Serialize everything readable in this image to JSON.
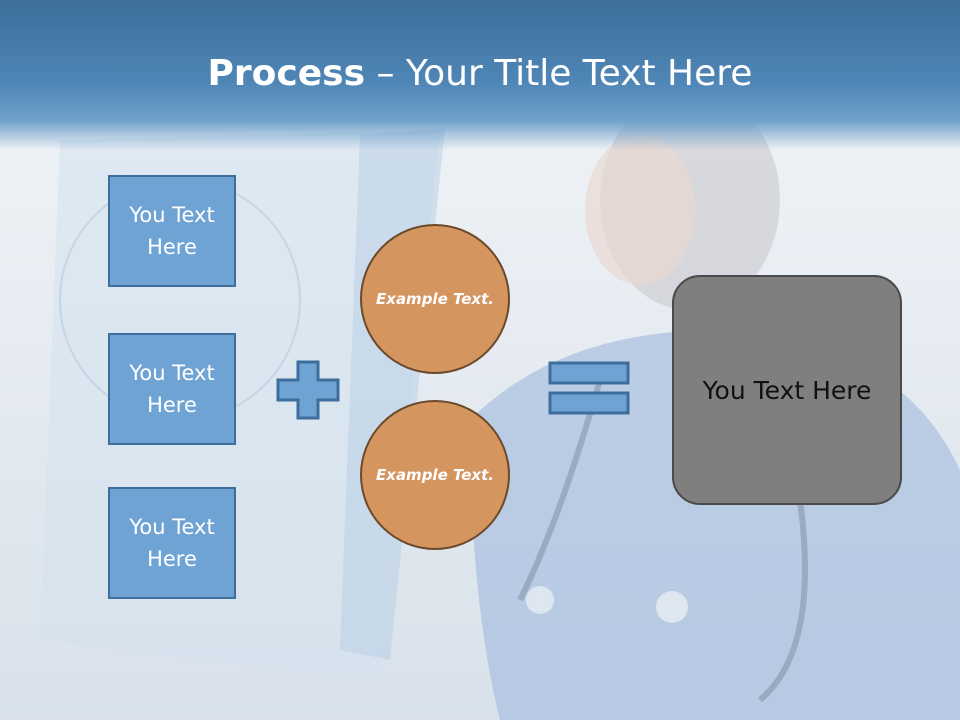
{
  "title": {
    "bold": "Process",
    "rest": " – Your Title Text Here"
  },
  "left_boxes": [
    {
      "text": "You Text Here"
    },
    {
      "text": "You Text Here"
    },
    {
      "text": "You Text Here"
    }
  ],
  "circles": [
    {
      "text": "Example Text."
    },
    {
      "text": "Example Text."
    }
  ],
  "result_box": {
    "text": "You Text Here"
  },
  "colors": {
    "title_bar": "#4f86b6",
    "box_fill": "#6fa3d4",
    "circle_fill": "#d4955e",
    "result_fill": "#7f7f7f"
  },
  "icons": {
    "plus": "plus-icon",
    "equals": "equals-icon"
  }
}
